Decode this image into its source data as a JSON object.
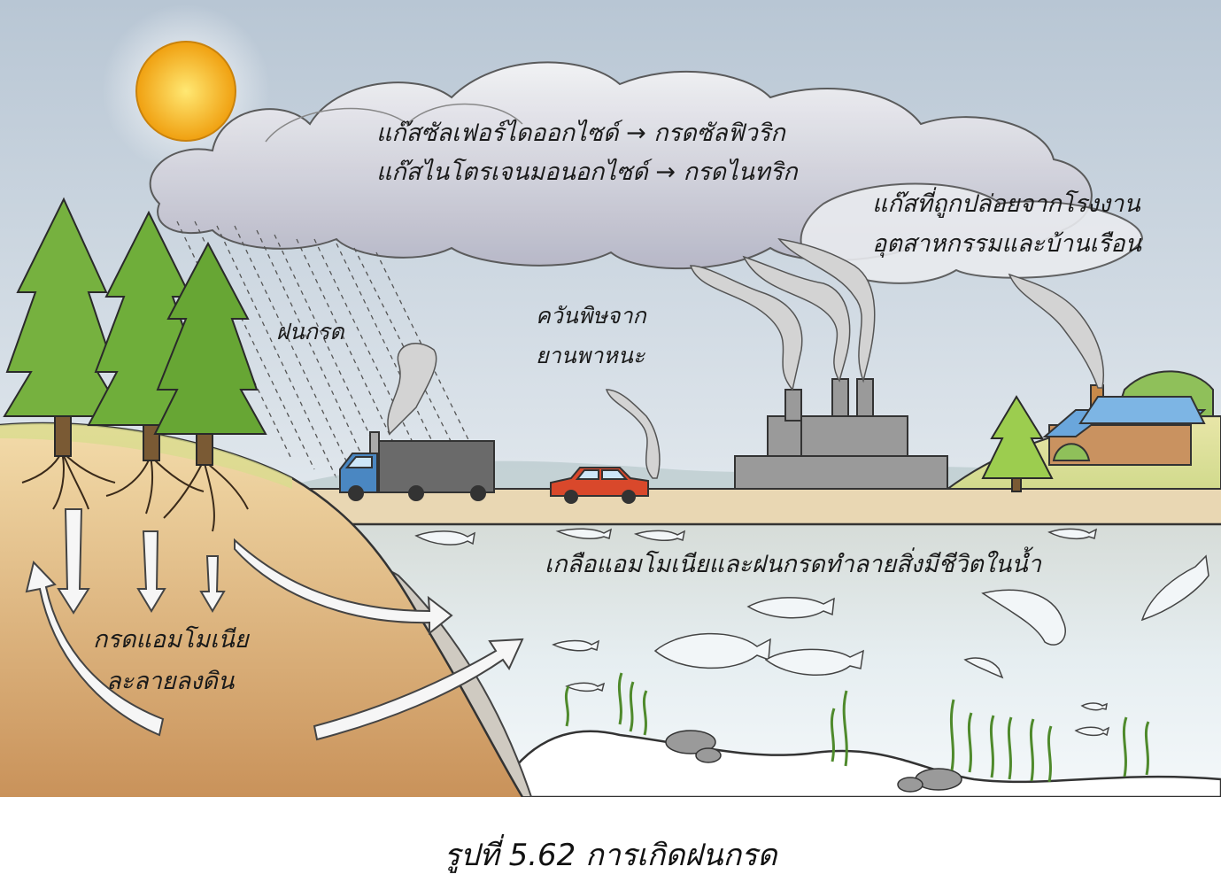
{
  "labels": {
    "reaction_line_1": "แก๊สซัลเฟอร์ไดออกไซด์ → กรดซัลฟิวริก",
    "reaction_line_2": "แก๊สไนโตรเจนมอนอกไซด์ → กรดไนทริก",
    "factory_line_1": "แก๊สที่ถูกปล่อยจากโรงงาน",
    "factory_line_2": "อุตสาหกรรมและบ้านเรือน",
    "vehicle_line_1": "ควันพิษจาก",
    "vehicle_line_2": "ยานพาหนะ",
    "acid_rain": "ฝนกรด",
    "water_effect": "เกลือแอมโมเนียและฝนกรดทำลายสิ่งมีชีวิตในน้ำ",
    "soil_line_1": "กรดแอมโมเนีย",
    "soil_line_2": "ละลายลงดิน"
  },
  "caption": "รูปที่ 5.62 การเกิดฝนกรด",
  "colors": {
    "sky": "#cdd7e2",
    "sun": "#f4b41a",
    "tree": "#6fae3a",
    "soil": "#e8c48a",
    "water": "#e2eef2",
    "factory": "#9a9a9a",
    "car": "#d9482b",
    "truck_cab": "#4a87c2",
    "house_roof": "#6aa6dc"
  }
}
